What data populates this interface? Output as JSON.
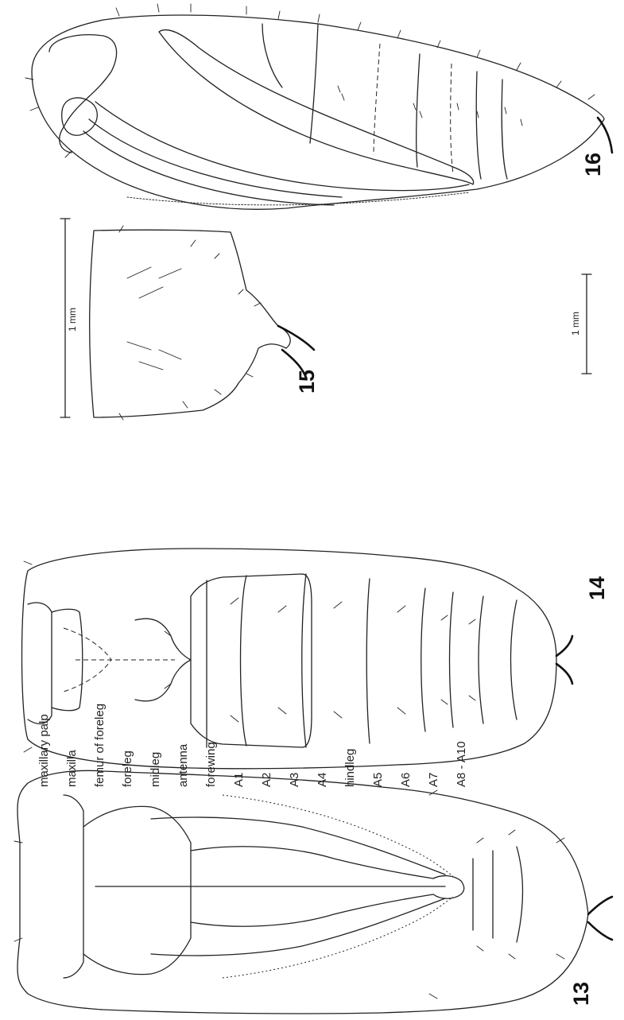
{
  "figures": {
    "fig13": {
      "number": "13",
      "labels": [
        "maxillary palp",
        "maxilla",
        "femur of foreleg",
        "foreleg",
        "midleg",
        "antenna",
        "forewing",
        "A1",
        "A2",
        "A3",
        "A4",
        "hindleg",
        "A5",
        "A6",
        "A7",
        "A8 - A10"
      ]
    },
    "fig14": {
      "number": "14"
    },
    "fig15": {
      "number": "15",
      "scale": "1 mm"
    },
    "fig16": {
      "number": "16",
      "scale": "1 mm"
    }
  }
}
